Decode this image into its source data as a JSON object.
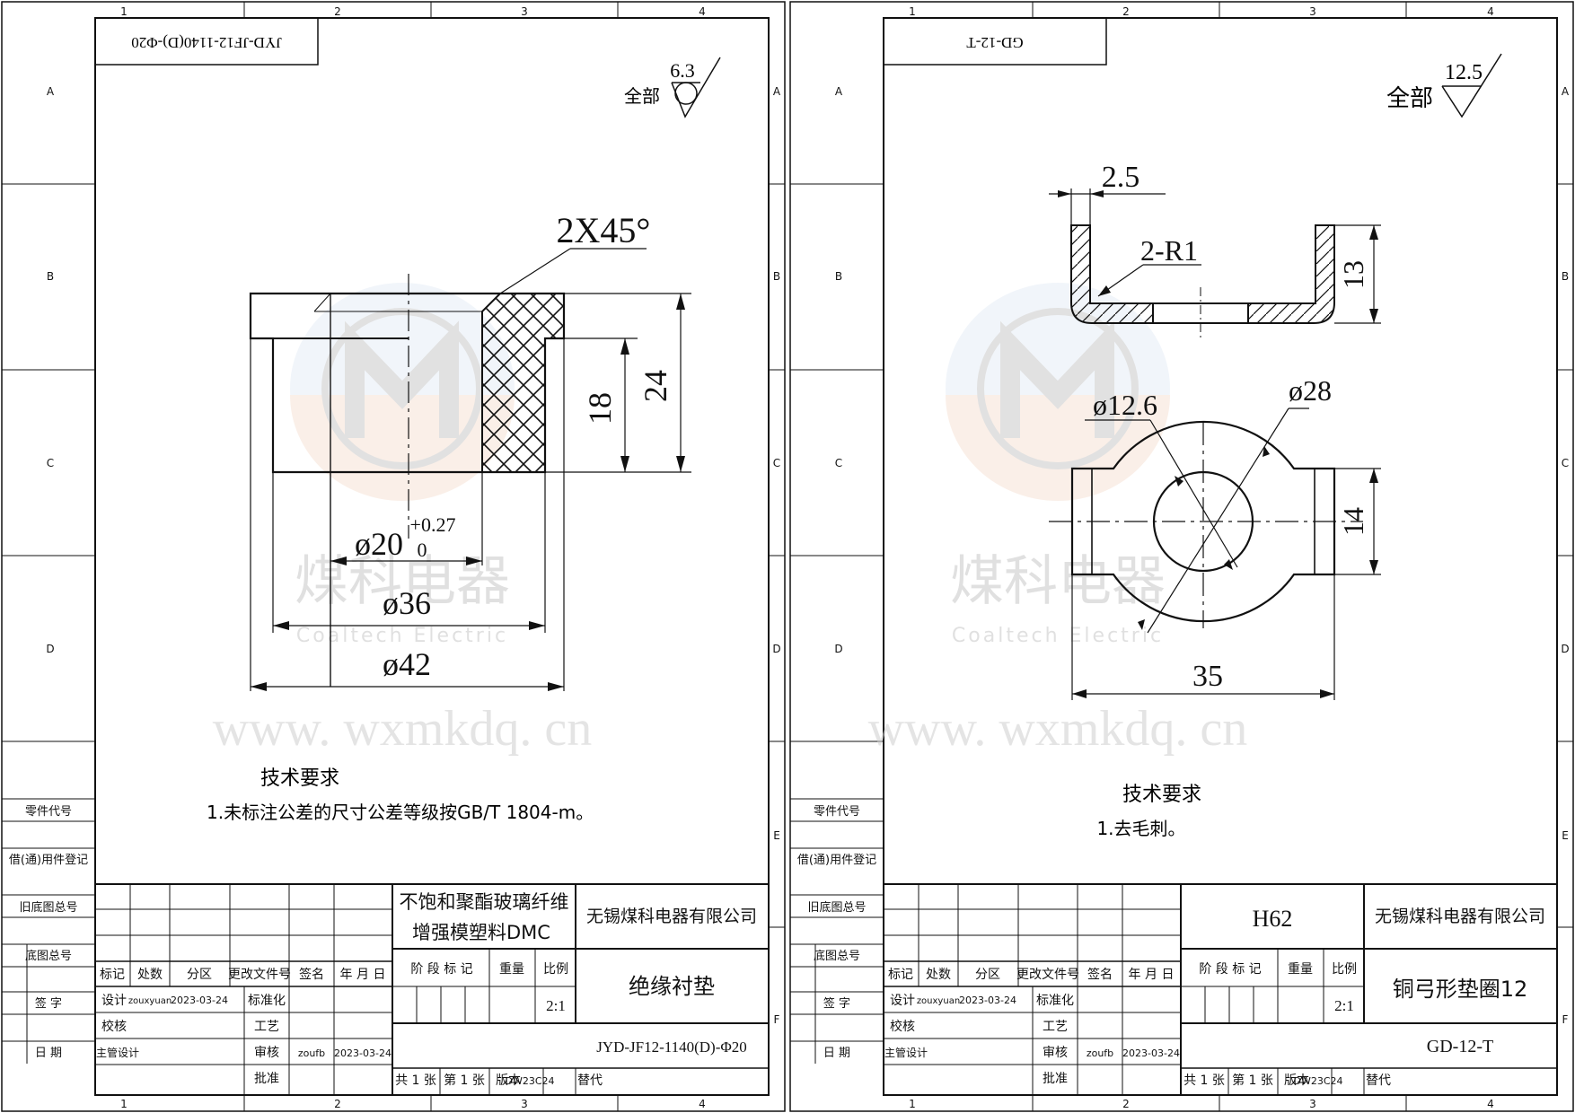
{
  "zone_columns": [
    "1",
    "2",
    "3",
    "4"
  ],
  "zone_rows": [
    "A",
    "B",
    "C",
    "D",
    "E",
    "F"
  ],
  "watermark": {
    "cn": "煤科电器",
    "en": "Coaltech Electric",
    "url": "www. wxmkdq. cn"
  },
  "side_labels": [
    "零件代号",
    "借(通)用件登记",
    "旧底图总号",
    "底图总号",
    "签 字",
    "日 期"
  ],
  "title_block_headers": {
    "mark": "标记",
    "count": "处数",
    "zone": "分区",
    "doc": "更改文件号",
    "sign": "签名",
    "date": "年 月 日",
    "design": "设计",
    "check": "校核",
    "lead": "主管设计",
    "std": "标准化",
    "craft": "工艺",
    "review": "审核",
    "approve": "批准",
    "stage": "阶 段 标 记",
    "weight": "重量",
    "scale": "比例",
    "sheets": "共 1 张",
    "sheet_no": "第 1 张",
    "version_label": "版本",
    "replace": "替代"
  },
  "left": {
    "code_box": "JYD-JF12-1140(D)-Φ20",
    "roughness_prefix": "全部",
    "roughness_value": "6.3",
    "dims": {
      "chamfer": "2X45°",
      "h24": "24",
      "h18": "18",
      "d20": "ø20",
      "tol_upper": "+0.27",
      "tol_lower": "0",
      "d36": "ø36",
      "d42": "ø42"
    },
    "tech_title": "技术要求",
    "tech_items": [
      "1.未标注公差的尺寸公差等级按GB/T 1804-m。"
    ],
    "material_line1": "不饱和聚酯玻璃纤维",
    "material_line2": "增强模塑料DMC",
    "company": "无锡煤科电器有限公司",
    "part_name": "绝缘衬垫",
    "drawing_no": "JYD-JF12-1140(D)-Φ20",
    "scale": "2:1",
    "designer": "zouxyuan",
    "design_date": "2023-03-24",
    "reviewer": "zoufb",
    "review_date": "2023-03-24",
    "version": "DW23C24"
  },
  "right": {
    "code_box": "GD-12-T",
    "roughness_prefix": "全部",
    "roughness_value": "12.5",
    "dims": {
      "thick": "2.5",
      "radius": "2-R1",
      "h13": "13",
      "d126": "ø12.6",
      "d28": "ø28",
      "w14": "14",
      "w35": "35"
    },
    "tech_title": "技术要求",
    "tech_items": [
      "1.去毛刺。"
    ],
    "material": "H62",
    "company": "无锡煤科电器有限公司",
    "part_name": "铜弓形垫圈12",
    "drawing_no": "GD-12-T",
    "scale": "2:1",
    "designer": "zouxyuan",
    "design_date": "2023-03-24",
    "reviewer": "zoufb",
    "review_date": "2023-03-24",
    "version": "DW23C24"
  }
}
